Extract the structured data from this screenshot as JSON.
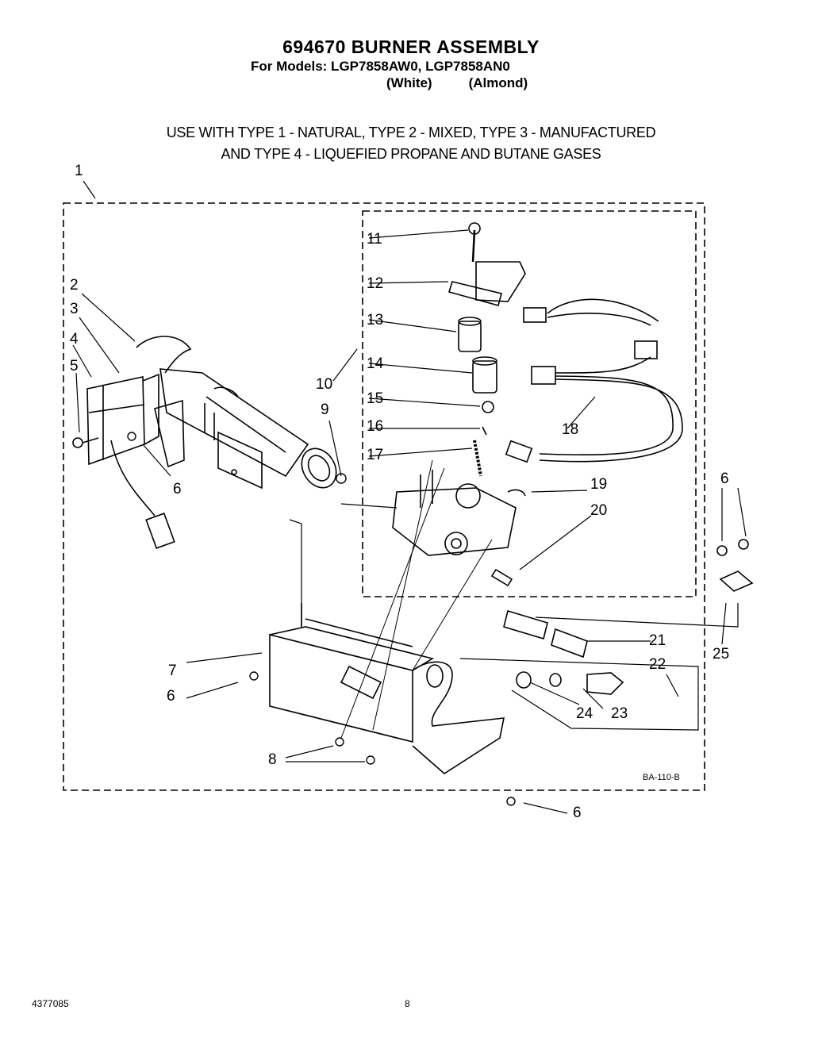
{
  "header": {
    "title": "694670 BURNER ASSEMBLY",
    "models_line": "For Models: LGP7858AW0,  LGP7858AN0",
    "variant_white": "(White)",
    "variant_almond": "(Almond)"
  },
  "usage": {
    "line1": "USE WITH TYPE 1 - NATURAL, TYPE 2 - MIXED, TYPE 3 - MANUFACTURED",
    "line2": "AND TYPE 4 - LIQUEFIED PROPANE AND BUTANE GASES"
  },
  "callouts": {
    "c1": "1",
    "c2": "2",
    "c3": "3",
    "c4": "4",
    "c5": "5",
    "c6a": "6",
    "c6b": "6",
    "c6c": "6",
    "c6d": "6",
    "c7": "7",
    "c8": "8",
    "c9": "9",
    "c10": "10",
    "c11": "11",
    "c12": "12",
    "c13": "13",
    "c14": "14",
    "c15": "15",
    "c16": "16",
    "c17": "17",
    "c18": "18",
    "c19": "19",
    "c20": "20",
    "c21": "21",
    "c22": "22",
    "c23": "23",
    "c24": "24",
    "c25": "25"
  },
  "diagram_code": "BA-110-B",
  "footer": {
    "doc_number": "4377085",
    "page_number": "8"
  }
}
